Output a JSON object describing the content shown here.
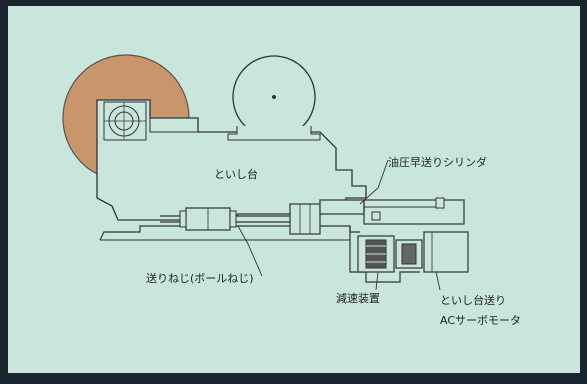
{
  "labels": {
    "grinding_head": "といし台",
    "rapid_feed_cylinder": "油圧早送りシリンダ",
    "feed_screw": "送りねじ(ボールねじ)",
    "reducer": "減速装置",
    "servo_motor_line1": "といし台送り",
    "servo_motor_line2": "ACサーボモータ"
  },
  "colors": {
    "background_panel": "#c8e6dc",
    "wheel": "#c8966a",
    "line": "#333333"
  }
}
